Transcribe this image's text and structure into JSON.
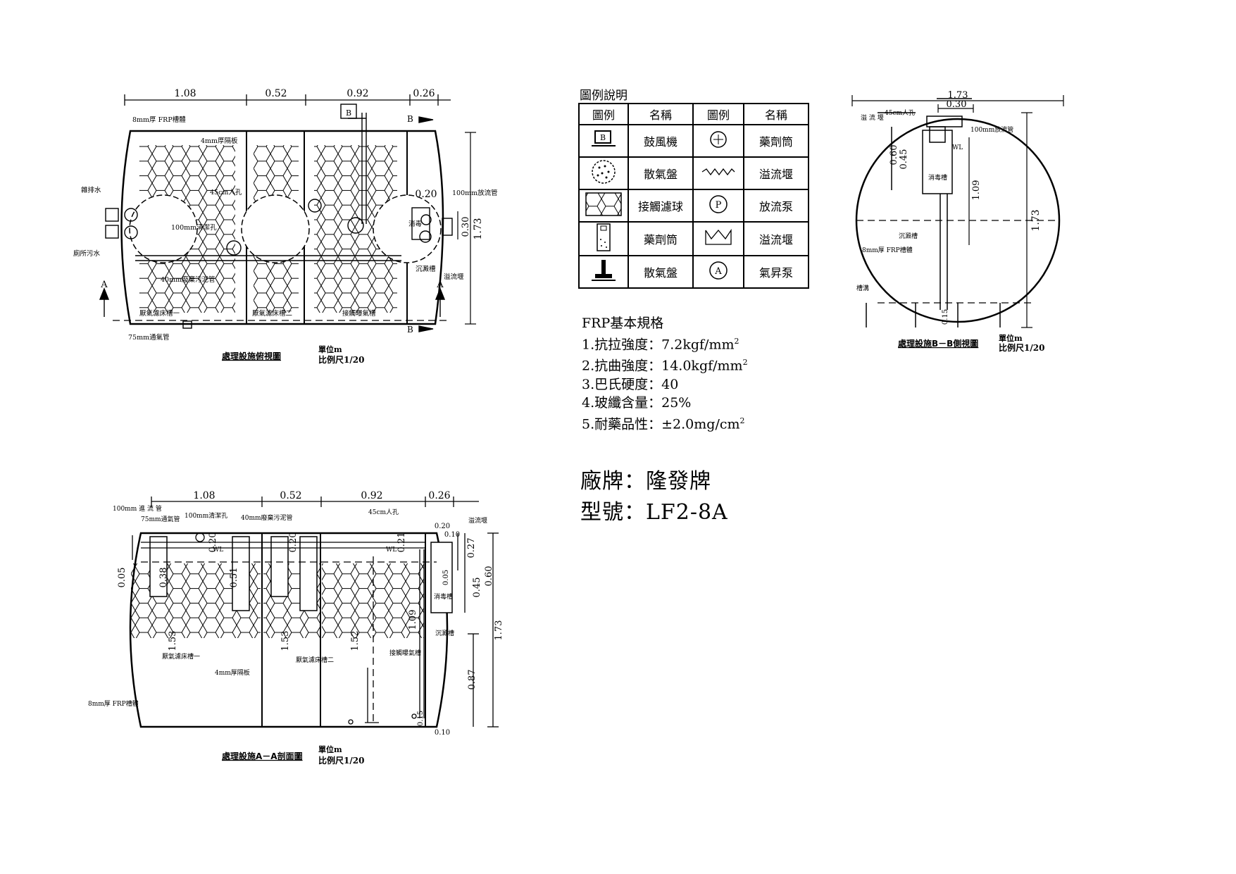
{
  "legend": {
    "title": "圖例說明",
    "headers": [
      "圖例",
      "名稱",
      "圖例",
      "名稱"
    ],
    "rows": [
      {
        "icon1": "blower-icon",
        "name1": "鼓風機",
        "icon2": "chemical-cylinder-icon",
        "name2": "藥劑筒"
      },
      {
        "icon1": "diffuser-disc-icon",
        "name1": "散氣盤",
        "icon2": "overflow-weir-icon",
        "name2": "溢流堰"
      },
      {
        "icon1": "contact-filter-ball-icon",
        "name1": "接觸濾球",
        "icon2": "discharge-pump-icon",
        "name2": "放流泵"
      },
      {
        "icon1": "chemical-tank-icon",
        "name1": "藥劑筒",
        "icon2": "crown-weir-icon",
        "name2": "溢流堰"
      },
      {
        "icon1": "diffuser-pipe-icon",
        "name1": "散氣盤",
        "icon2": "air-lift-pump-icon",
        "name2": "氣昇泵"
      }
    ],
    "blower_letter": "B",
    "pump_letter": "P",
    "airlift_letter": "A"
  },
  "spec": {
    "title": "FRP基本規格",
    "items": [
      {
        "label": "1.抗拉強度：7.2kgf/mm",
        "sup": "2"
      },
      {
        "label": "2.抗曲強度：14.0kgf/mm",
        "sup": "2"
      },
      {
        "label": "3.巴氏硬度：40",
        "sup": ""
      },
      {
        "label": "4.玻纖含量：25%",
        "sup": ""
      },
      {
        "label": "5.耐藥品性：±2.0mg/cm",
        "sup": "2"
      }
    ]
  },
  "brand": {
    "maker": "廠牌：隆發牌",
    "model": "型號：LF2-8A"
  },
  "plan_view": {
    "caption": "處理設施俯視圖",
    "unit": "單位m",
    "scale": "比例尺1/20",
    "dims_top": [
      "1.08",
      "0.52",
      "0.92",
      "0.26"
    ],
    "dim_right_total": "1.73",
    "dim_right_part": "0.30",
    "dim_inner": "0.20",
    "section_a": "A",
    "section_b": "B",
    "blower": "B",
    "labels": {
      "wall": "8mm厚 FRP槽體",
      "partition": "4mm厚隔板",
      "manhole": "45cm人孔",
      "cleanout": "100mm清潔孔",
      "sludge": "40mm廢棄污泥管",
      "vent": "75mm通氣管",
      "misc_water": "雜排水",
      "toilet_water": "廁所污水",
      "discharge": "100mm放流管",
      "disinfect": "消毒",
      "sediment": "沉澱槽",
      "overflow": "溢流堰",
      "tank1": "厭氣濾床槽一",
      "tank2": "厭氣濾床槽二",
      "tank3": "接觸曝氣槽"
    }
  },
  "section_aa": {
    "caption": "處理設施A－A剖面圖",
    "unit": "單位m",
    "scale": "比例尺1/20",
    "dims_top": [
      "1.08",
      "0.52",
      "0.92",
      "0.26"
    ],
    "dims": {
      "d020a": "0.20",
      "d020b": "0.20",
      "d021": "0.21",
      "d020c": "0.20",
      "d010top": "0.10",
      "d027": "0.27",
      "d005l": "0.05",
      "d038": "0.38",
      "d051": "0.51",
      "d005r": "0.05",
      "d045": "0.45",
      "d060": "0.60",
      "d153a": "1.53",
      "d153b": "1.53",
      "d152": "1.52",
      "d109": "1.09",
      "d087": "0.87",
      "d173": "1.73",
      "d015": "0.15",
      "d010bot": "0.10"
    },
    "labels": {
      "inflow": "100mm 進 流 管",
      "vent": "75mm通氣管",
      "cleanout": "100mm清潔孔",
      "sludge": "40mm廢棄污泥管",
      "manhole": "45cm人孔",
      "overflow": "溢流堰",
      "partition": "4mm厚隔板",
      "wall": "8mm厚 FRP槽體",
      "tank1": "厭氣濾床槽一",
      "tank2": "厭氣濾床槽二",
      "tank3": "接觸曝氣槽",
      "disinfect": "消毒槽",
      "sediment": "沉澱槽",
      "wl": "WL"
    }
  },
  "section_bb": {
    "caption": "處理設施B－B側視圖",
    "unit": "單位m",
    "scale": "比例尺1/20",
    "dims": {
      "w": "1.73",
      "top": "0.30",
      "d060": "0.60",
      "d045": "0.45",
      "d109": "1.09",
      "d173": "1.73",
      "d015": "0.15"
    },
    "labels": {
      "overflow": "溢 流 堰",
      "manhole": "45cm人孔",
      "discharge": "100mm放流管",
      "disinfect": "消毒槽",
      "sediment": "沉澱槽",
      "wall": "8mm厚 FRP槽體",
      "trough": "槽溝",
      "wl": "WL"
    }
  }
}
